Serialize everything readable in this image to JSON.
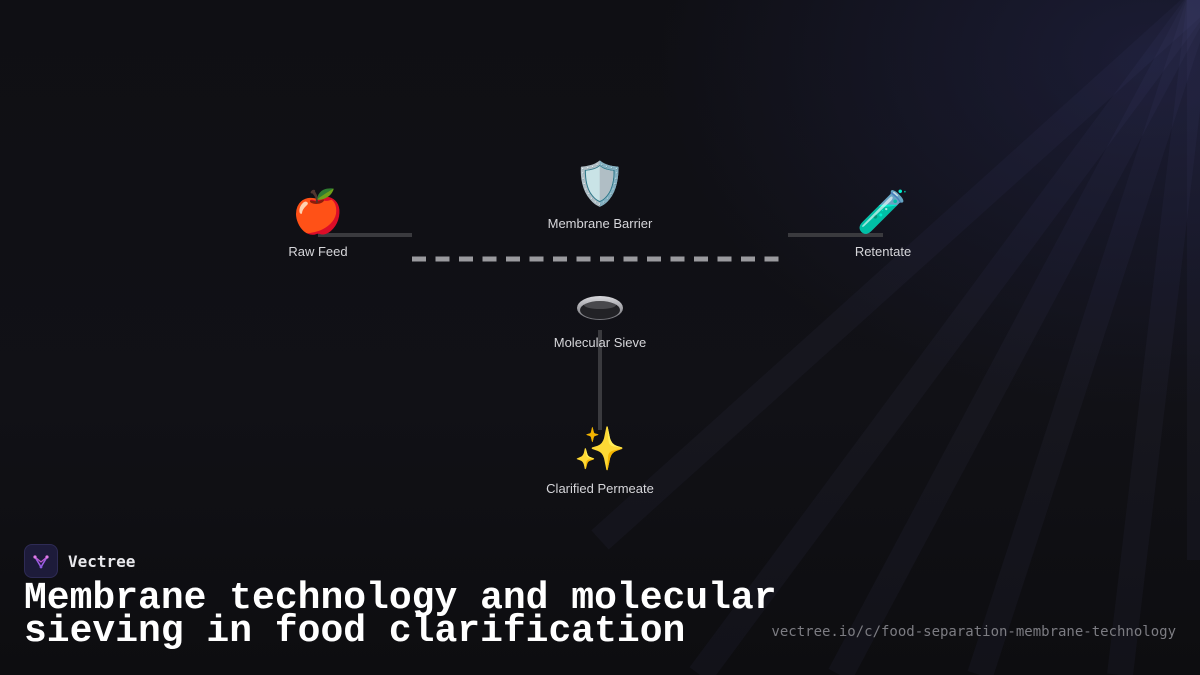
{
  "diagram": {
    "nodes": [
      {
        "id": "raw-feed",
        "icon": "apple-icon",
        "glyph": "🍎",
        "label": "Raw Feed"
      },
      {
        "id": "membrane-barrier",
        "icon": "shield-icon",
        "glyph": "🛡️",
        "label": "Membrane Barrier"
      },
      {
        "id": "retentate",
        "icon": "test-tube-icon",
        "glyph": "🧪",
        "label": "Retentate"
      },
      {
        "id": "molecular-sieve",
        "icon": "sieve-dish-icon",
        "glyph": "",
        "label": "Molecular Sieve"
      },
      {
        "id": "clarified-permeate",
        "icon": "sparkles-icon",
        "glyph": "✨",
        "label": "Clarified Permeate"
      }
    ],
    "edges": [
      {
        "from": "raw-feed",
        "to": "membrane-barrier"
      },
      {
        "from": "membrane-barrier",
        "to": "retentate"
      },
      {
        "from": "molecular-sieve",
        "to": "clarified-permeate"
      }
    ],
    "barrier_style": "dashed",
    "colors": {
      "background": "#0f0f13",
      "connector": "#3a3a3e",
      "dashed_barrier": "#9a9a9e",
      "label": "#d6d6da"
    }
  },
  "footer": {
    "brand_name": "Vectree",
    "brand_icon": "vectree-logo-icon",
    "title": "Membrane technology and molecular sieving in food clarification",
    "url": "vectree.io/c/food-separation-membrane-technology"
  }
}
